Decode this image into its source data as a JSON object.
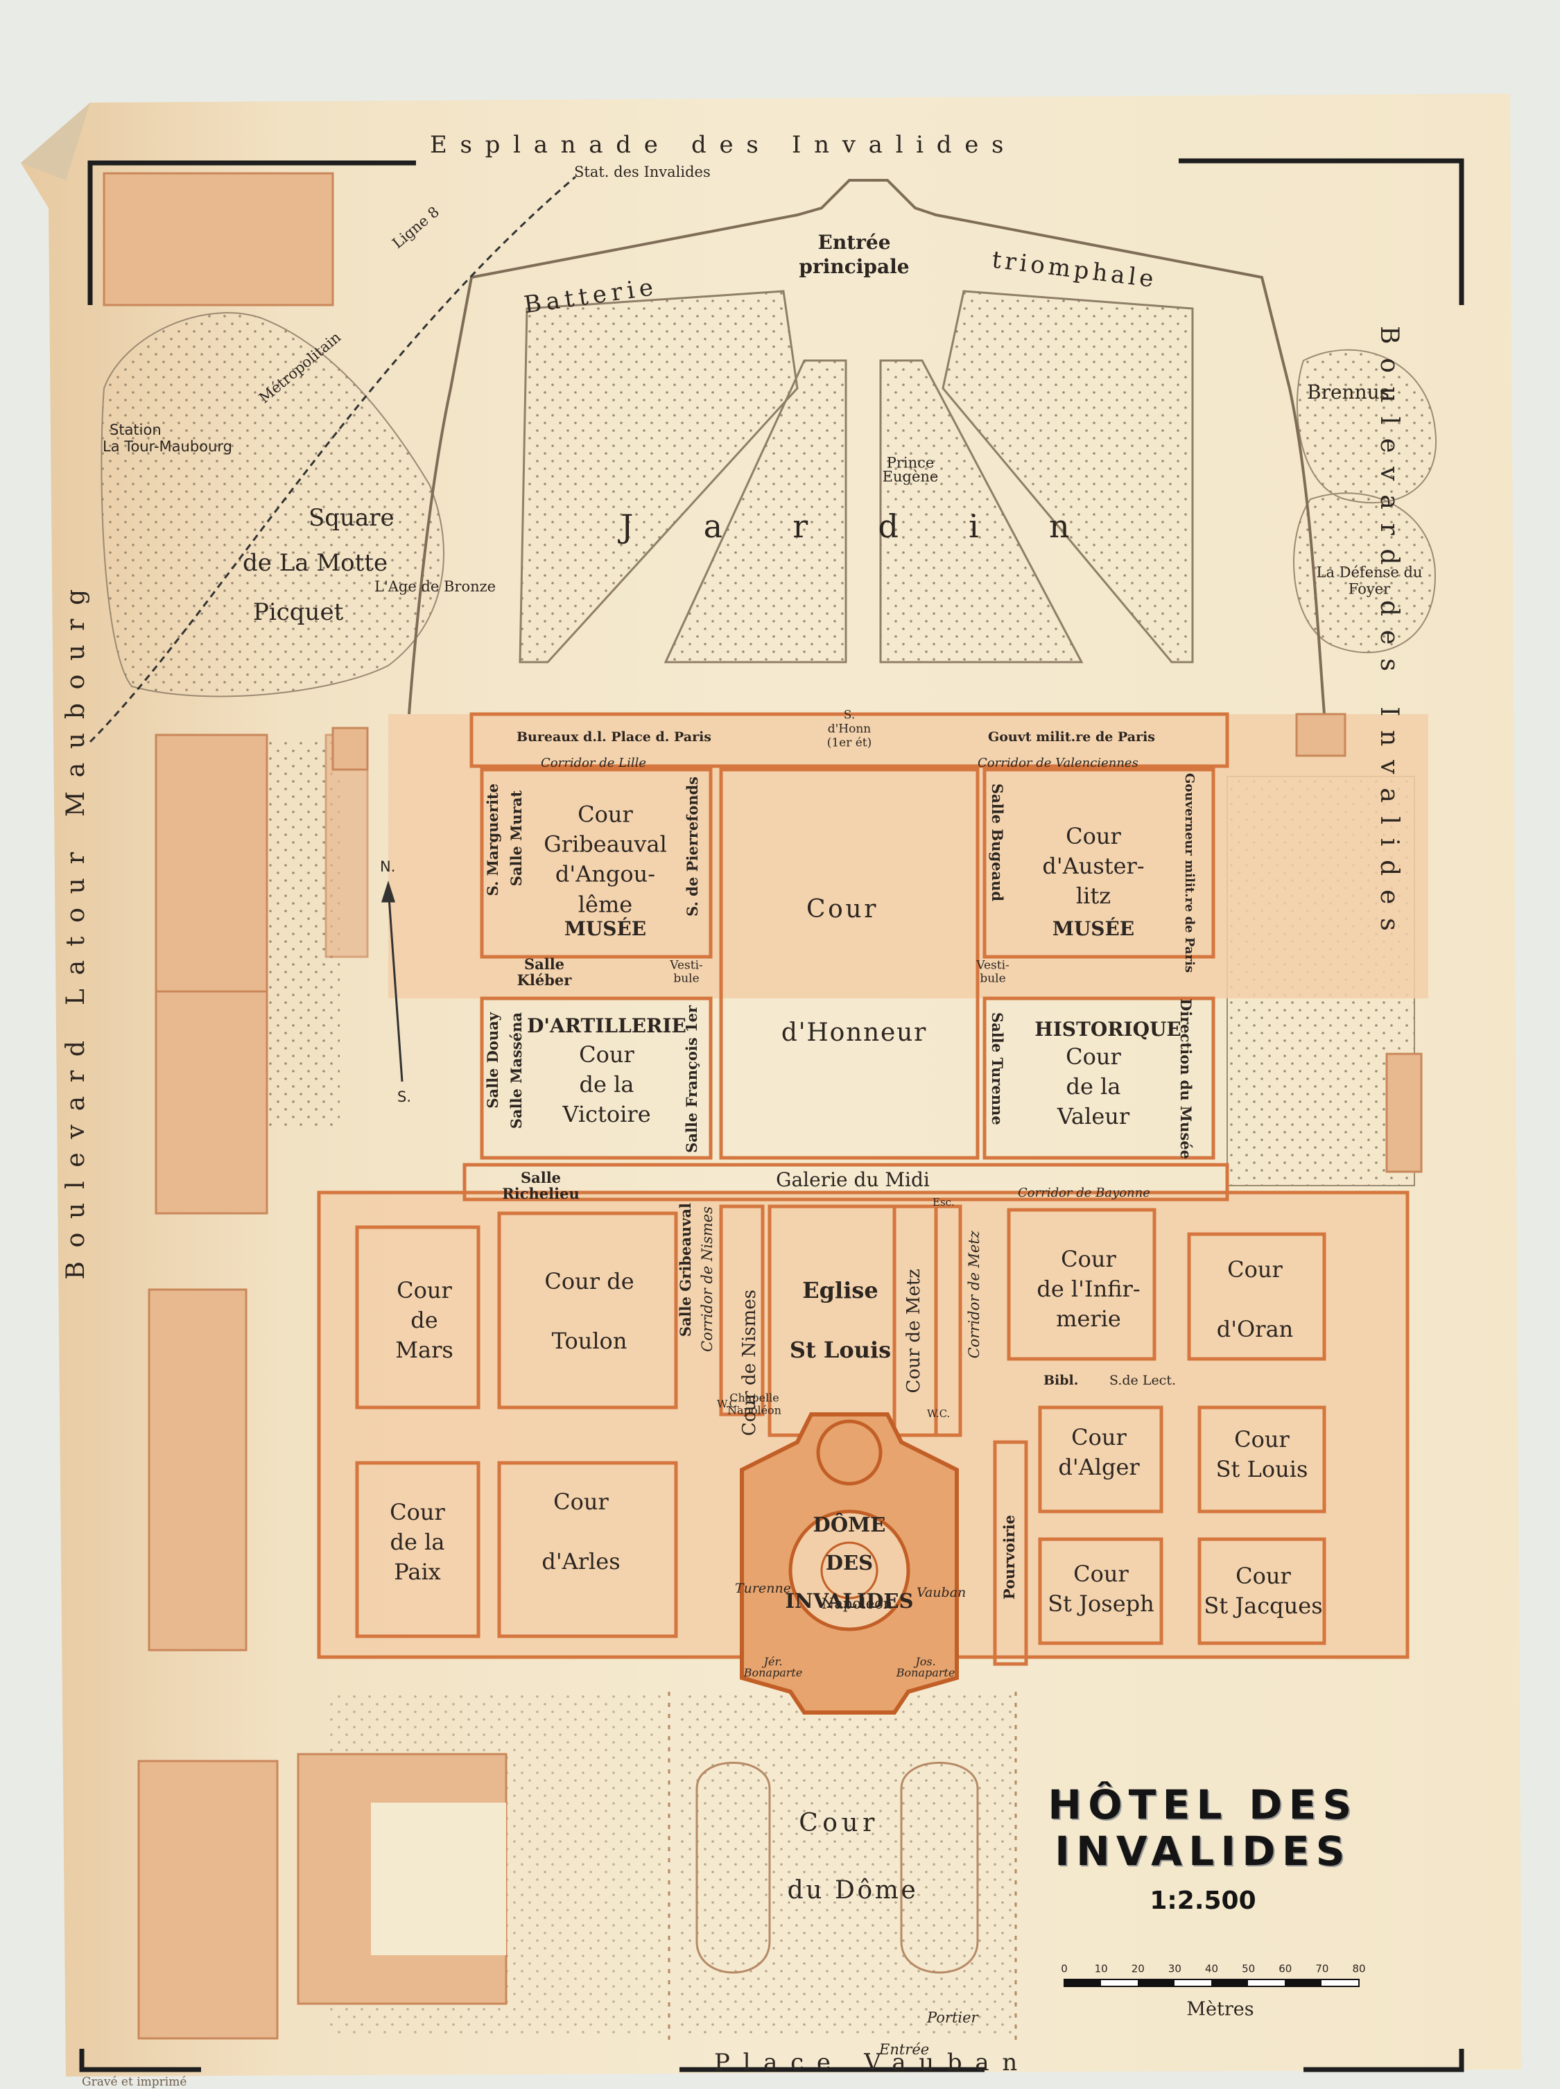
{
  "map": {
    "title_line1": "HÔTEL DES",
    "title_line2": "INVALIDES",
    "scale": "1:2.500",
    "scale_unit": "Mètres",
    "scale_ticks": [
      "0",
      "10",
      "20",
      "30",
      "40",
      "50",
      "60",
      "70",
      "80"
    ],
    "imprint": "Gravé et imprimé",
    "compass_n": "N.",
    "compass_s": "S.",
    "colors": {
      "paper": "#f4ecd2",
      "building": "#d5763f",
      "building_fill": "#f2cfa8",
      "block": "#e8b88f",
      "ink": "#2c2520",
      "frame": "#1e1e1e"
    }
  },
  "streets": {
    "esplanade": "Esplanade des Invalides",
    "bd_latour": "Boulevard Latour Maubourg",
    "bd_invalides": "Boulevard des Invalides",
    "place_vauban": "Place Vauban"
  },
  "labels": {
    "stat_invalides": "Stat. des Invalides",
    "ligne8": "Ligne 8",
    "metropolitain": "Métropolitain",
    "station_l1": "Station",
    "station_l2": "La Tour-Maubourg",
    "entree_l1": "Entrée",
    "entree_l2": "principale",
    "batterie": "Batterie",
    "triomphale": "triomphale",
    "brennus": "Brennus",
    "prince_l1": "Prince",
    "prince_l2": "Eugène",
    "jardin": "Jardin",
    "square_l1": "Square",
    "square_l2": "de La Motte",
    "square_l3": "Picquet",
    "age_bronze": "L'Age de Bronze",
    "defense_l1": "La Défense du",
    "defense_l2": "Foyer",
    "bureaux": "Bureaux d.l. Place d. Paris",
    "honn_l1": "S.",
    "honn_l2": "d'Honn",
    "honn_l3": "(1er ét)",
    "gouv_milit": "Gouvt milit.re de Paris",
    "corridor_lille": "Corridor de Lille",
    "corridor_valenciennes": "Corridor de Valenciennes",
    "corridor_bayonne": "Corridor de Bayonne",
    "corridor_nismes": "Corridor de Nismes",
    "corridor_metz": "Corridor de Metz",
    "s_marguerite": "S. Marguerite",
    "salle_murat": "Salle Murat",
    "s_pierrefonds": "S. de Pierrefonds",
    "salle_bugeaud": "Salle Bugeaud",
    "gouverneur": "Gouverneur milit.re de Paris",
    "cour_angouleme": "Cour\nGribeauval\nd'Angou-\nlême",
    "musee": "MUSÉE",
    "cour_austerlitz": "Cour\nd'Auster-\nlitz",
    "salle_kleber": "Salle\nKléber",
    "vestibule": "Vesti-\nbule",
    "cour_honneur_1": "Cour",
    "cour_honneur_2": "d'Honneur",
    "artillerie": "D'ARTILLERIE",
    "historique": "HISTORIQUE",
    "salle_douay": "Salle Douay",
    "salle_massena": "Salle Masséna",
    "salle_francois": "Salle François 1er",
    "salle_turenne": "Salle Turenne",
    "direction_musee": "Direction du Musée",
    "cour_victoire": "Cour\nde la\nVictoire",
    "cour_valeur": "Cour\nde la\nValeur",
    "salle_richelieu": "Salle\nRichelieu",
    "galerie_midi": "Galerie du Midi",
    "esc": "Esc.",
    "cour_mars": "Cour\nde\nMars",
    "cour_toulon": "Cour de\n\nToulon",
    "salle_gribeauval": "Salle Gribeauval",
    "cour_nismes": "Cour de Nismes",
    "eglise": "Eglise\n\nSt Louis",
    "cour_metz": "Cour de Metz",
    "cour_infirmerie": "Cour\nde l'Infir-\nmerie",
    "cour_oran": "Cour\n\nd'Oran",
    "chapelle": "Chapelle\nNapoléon",
    "wc": "W.C.",
    "bibl": "Bibl.",
    "s_de_lect": "S.de Lect.",
    "cour_alger": "Cour\nd'Alger",
    "cour_st_louis": "Cour\nSt Louis",
    "cour_paix": "Cour\nde la\nPaix",
    "cour_arles": "Cour\n\nd'Arles",
    "dome": "DÔME\n\nDES\n\nINVALIDES",
    "turenne": "Turenne",
    "napoleon": "Napoléon",
    "vauban": "Vauban",
    "jer_bonaparte": "Jér.\nBonaparte",
    "jos_bonaparte": "Jos.\nBonaparte",
    "pourvoirie": "Pourvoirie",
    "cour_st_joseph": "Cour\nSt Joseph",
    "cour_st_jacques": "Cour\nSt Jacques",
    "cour_dome_1": "Cour",
    "cour_dome_2": "du Dôme",
    "portier": "Portier",
    "entree_sud": "Entrée"
  }
}
